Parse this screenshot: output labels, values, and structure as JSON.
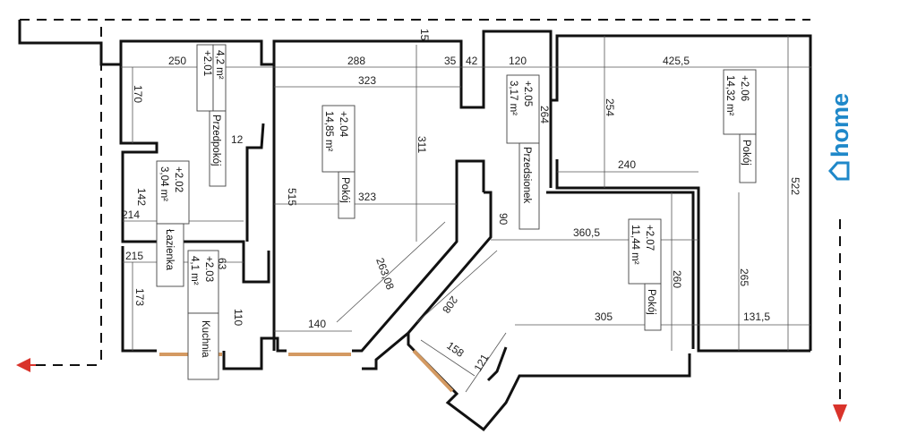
{
  "brand": {
    "name": "home",
    "color": "#1f88c9"
  },
  "colors": {
    "wall": "#111111",
    "window": "#d49a62",
    "arrow": "#d9332b"
  },
  "icons": {
    "brand_logo": "house-outline-icon",
    "exit_left": "red-arrow-left-icon",
    "exit_down": "red-arrow-down-icon"
  },
  "rooms": [
    {
      "id": "2.01",
      "code": "+2.01",
      "area": "4,2 m²",
      "name": "Przedpokój"
    },
    {
      "id": "2.02",
      "code": "+2.02",
      "area": "3,04 m²",
      "name": "Łazienka"
    },
    {
      "id": "2.03",
      "code": "+2.03",
      "area": "4,1 m²",
      "name": "Kuchnia"
    },
    {
      "id": "2.04",
      "code": "+2.04",
      "area": "14,85 m²",
      "name": "Pokój"
    },
    {
      "id": "2.05",
      "code": "+2.05",
      "area": "3,17 m²",
      "name": "Przedsionek"
    },
    {
      "id": "2.06",
      "code": "+2.06",
      "area": "14,32 m²",
      "name": "Pokój"
    },
    {
      "id": "2.07",
      "code": "+2.07",
      "area": "11,44 m²",
      "name": "Pokój"
    }
  ],
  "dimensions": [
    "250",
    "288",
    "15",
    "35",
    "42",
    "120",
    "425,5",
    "170",
    "323",
    "12",
    "264",
    "254",
    "311",
    "240",
    "522",
    "142",
    "214",
    "515",
    "323",
    "90",
    "360,5",
    "215",
    "63",
    "173",
    "110",
    "263,08",
    "208",
    "260",
    "265",
    "140",
    "305",
    "131,5",
    "158",
    "121"
  ]
}
